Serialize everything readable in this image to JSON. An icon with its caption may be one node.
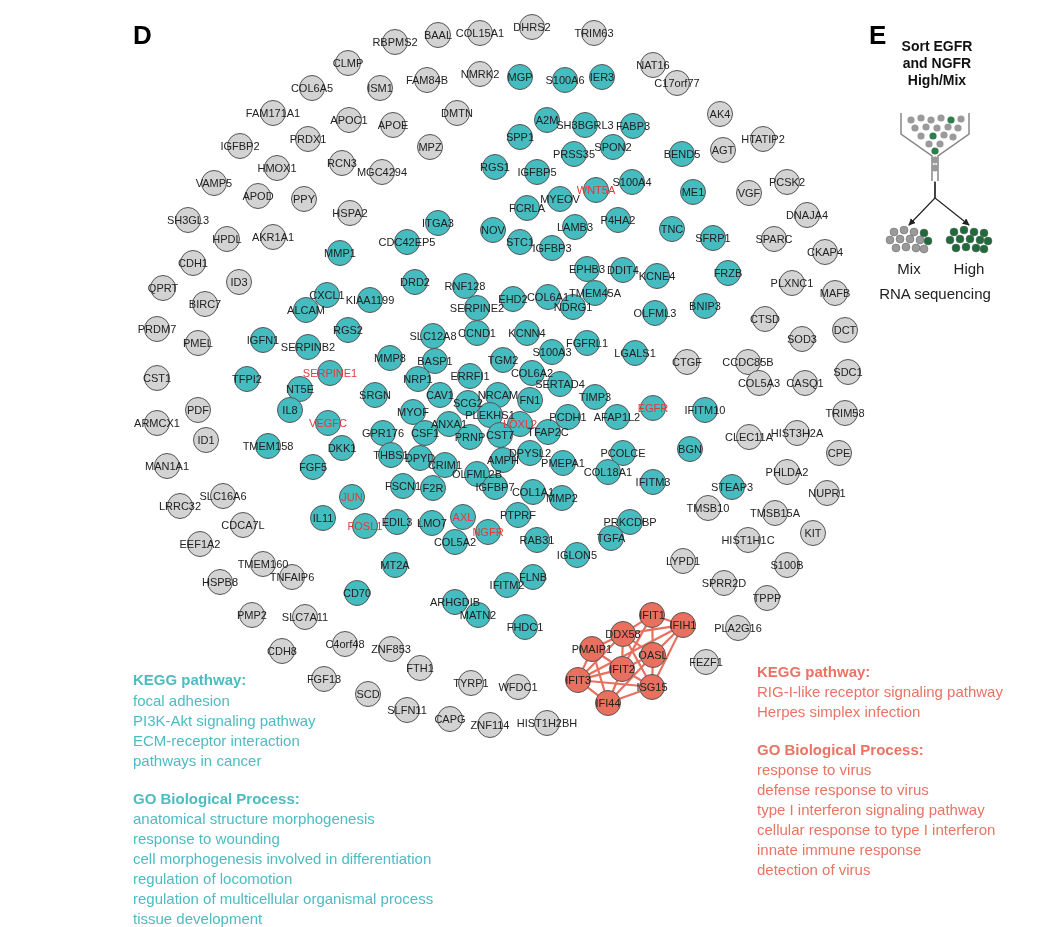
{
  "diagram": {
    "nodes": [
      {
        "text": [
          "RBPMS2"
        ]
      },
      {
        "text": [
          "BAAL"
        ]
      },
      {
        "text": [
          "COL15A1"
        ]
      },
      {
        "text": [
          "DHRS2"
        ]
      },
      {
        "text": [
          "TRIM63"
        ]
      },
      {
        "text": [
          "CLMP"
        ]
      },
      {
        "text": [
          "NAT16"
        ]
      },
      {
        "text": [
          "FAM84B"
        ]
      },
      {
        "text": [
          "NMRK2"
        ]
      },
      {
        "text": [
          "MGP"
        ]
      },
      {
        "text": [
          "S100A6"
        ]
      },
      {
        "text": [
          "IER3"
        ]
      },
      {
        "text": [
          "C17orf77"
        ]
      },
      {
        "text": [
          "COL6A5"
        ]
      },
      {
        "text": [
          "ISM1"
        ]
      },
      {
        "text": [
          "FAM171A1"
        ]
      },
      {
        "text": [
          "DMTN"
        ]
      },
      {
        "text": [
          "AK4"
        ]
      },
      {
        "text": [
          "APOC1"
        ]
      },
      {
        "text": [
          "A2M"
        ]
      },
      {
        "text": [
          "APOE"
        ]
      },
      {
        "text": [
          "SH3BGRL3"
        ]
      },
      {
        "text": [
          "FABP3"
        ]
      },
      {
        "text": [
          "SPP1"
        ]
      },
      {
        "text": [
          "PRDX1"
        ]
      },
      {
        "text": [
          "HTATIP2"
        ]
      },
      {
        "text": [
          "IGFBP2"
        ]
      },
      {
        "text": [
          "MPZ"
        ]
      },
      {
        "text": [
          "SPON2"
        ]
      },
      {
        "text": [
          "AGT"
        ]
      },
      {
        "text": [
          "PRSS35"
        ]
      },
      {
        "text": [
          "BEND5"
        ]
      },
      {
        "text": [
          "RCN3"
        ]
      },
      {
        "text": [
          "RGS1"
        ]
      },
      {
        "text": [
          "HMOX1"
        ]
      },
      {
        "text": [
          "MGC4294"
        ]
      },
      {
        "text": [
          "IGFBP5"
        ]
      },
      {
        "text": [
          "S100A4"
        ]
      },
      {
        "text": [
          "PCSK2"
        ]
      },
      {
        "text": [
          "VAMP5"
        ]
      },
      {
        "text": [
          "WNT5A"
        ]
      },
      {
        "text": [
          "ME1"
        ]
      },
      {
        "text": [
          "VGF"
        ]
      },
      {
        "text": [
          "APOD"
        ]
      },
      {
        "text": [
          "PPY"
        ]
      },
      {
        "text": [
          "MYEOV"
        ]
      },
      {
        "text": [
          "FCRLA"
        ]
      },
      {
        "text": [
          "HSPA2"
        ]
      },
      {
        "text": [
          "DNAJA4"
        ]
      },
      {
        "text": [
          "SH3GL3"
        ]
      },
      {
        "text": [
          "P4HA2"
        ]
      },
      {
        "text": [
          "ITGA3"
        ]
      },
      {
        "text": [
          "LAMB3"
        ]
      },
      {
        "text": [
          "TNC"
        ]
      },
      {
        "text": [
          "NOV"
        ]
      },
      {
        "text": [
          "AKR1A1"
        ]
      },
      {
        "text": [
          "SFRP1"
        ]
      },
      {
        "text": [
          "HPDL"
        ]
      },
      {
        "text": [
          "SPARC"
        ]
      },
      {
        "text": [
          "STC1"
        ]
      },
      {
        "text": [
          "CDC42EP5"
        ]
      },
      {
        "text": [
          "IGFBP3"
        ]
      },
      {
        "text": [
          "CKAP4"
        ]
      },
      {
        "text": [
          "MMP1"
        ]
      },
      {
        "text": [
          "CDH1"
        ]
      },
      {
        "text": [
          "EPHB3"
        ]
      },
      {
        "text": [
          "DDIT4"
        ]
      },
      {
        "text": [
          "FRZB"
        ]
      },
      {
        "text": [
          "KCNE4"
        ]
      },
      {
        "text": [
          "ID3"
        ]
      },
      {
        "text": [
          "DRD2"
        ]
      },
      {
        "text": [
          "PLXNC1"
        ]
      },
      {
        "text": [
          "RNF128"
        ]
      },
      {
        "text": [
          "QPRT"
        ]
      },
      {
        "text": [
          "MAFB"
        ]
      },
      {
        "text": [
          "TMEM45A"
        ]
      },
      {
        "text": [
          "CXCL1"
        ]
      },
      {
        "text": [
          "COL6A1"
        ]
      },
      {
        "text": [
          "EHD2"
        ]
      },
      {
        "text": [
          "KIAA1199"
        ]
      },
      {
        "text": [
          "BIRC7"
        ]
      },
      {
        "text": [
          "BNIP3"
        ]
      },
      {
        "text": [
          "NDRG1"
        ]
      },
      {
        "text": [
          "SERPINE2"
        ]
      },
      {
        "text": [
          "ALCAM"
        ]
      },
      {
        "text": [
          "OLFML3"
        ]
      },
      {
        "text": [
          "CTSD"
        ]
      },
      {
        "text": [
          "PRDM7"
        ]
      },
      {
        "text": [
          "RGS2"
        ]
      },
      {
        "text": [
          "DCT"
        ]
      },
      {
        "text": [
          "CCND1"
        ]
      },
      {
        "text": [
          "KCNN4"
        ]
      },
      {
        "text": [
          "SLC12A8"
        ]
      },
      {
        "text": [
          "SOD3"
        ]
      },
      {
        "text": [
          "IGFN1"
        ]
      },
      {
        "text": [
          "PMEL"
        ]
      },
      {
        "text": [
          "FGFRL1"
        ]
      },
      {
        "text": [
          "SERPINB2"
        ]
      },
      {
        "text": [
          "S100A3"
        ]
      },
      {
        "text": [
          "LGALS1"
        ]
      },
      {
        "text": [
          "MMP8"
        ]
      },
      {
        "text": [
          "TGM2"
        ]
      },
      {
        "text": [
          "BASP1"
        ]
      },
      {
        "text": [
          "CTGF"
        ]
      },
      {
        "text": [
          "CCDC85B"
        ]
      },
      {
        "text": [
          "SDC1"
        ]
      },
      {
        "text": [
          "COL6A2"
        ]
      },
      {
        "text": [
          "SERPINE1"
        ]
      },
      {
        "text": [
          "ERRFI1"
        ]
      },
      {
        "text": [
          "CST1"
        ]
      },
      {
        "text": [
          "TFPI2"
        ]
      },
      {
        "text": [
          "NRP1"
        ]
      },
      {
        "text": [
          "COL5A3"
        ]
      },
      {
        "text": [
          "CASQ1"
        ]
      },
      {
        "text": [
          "SERTAD4"
        ]
      },
      {
        "text": [
          "NT5E"
        ]
      },
      {
        "text": [
          "SRGN"
        ]
      },
      {
        "text": [
          "CAV1"
        ]
      },
      {
        "text": [
          "NRCAM"
        ]
      },
      {
        "text": [
          "TIMP3"
        ]
      },
      {
        "text": [
          "FN1"
        ]
      },
      {
        "text": [
          "SCG2"
        ]
      },
      {
        "text": [
          "EGFR"
        ]
      },
      {
        "text": [
          "PDF"
        ]
      },
      {
        "text": [
          "IL8"
        ]
      },
      {
        "text": [
          "IFITM10"
        ]
      },
      {
        "text": [
          "MYOF"
        ]
      },
      {
        "text": [
          "TRIM58"
        ]
      },
      {
        "text": [
          "PLEKHS1"
        ]
      },
      {
        "text": [
          "PCDH1"
        ]
      },
      {
        "text": [
          "AFAP1L2"
        ]
      },
      {
        "text": [
          "ARMCX1"
        ]
      },
      {
        "text": [
          "VEGFC"
        ]
      },
      {
        "text": [
          "ANXA1"
        ]
      },
      {
        "text": [
          "LOXL2"
        ]
      },
      {
        "text": [
          "TFAP2C"
        ]
      },
      {
        "text": [
          "GPR176"
        ]
      },
      {
        "text": [
          "CSF1"
        ]
      },
      {
        "text": [
          "HIST3H2A"
        ]
      },
      {
        "text": [
          "CST7"
        ]
      },
      {
        "text": [
          "CLEC11A"
        ]
      },
      {
        "text": [
          "PRNP"
        ]
      },
      {
        "text": [
          "ID1"
        ]
      },
      {
        "text": [
          "TMEM158"
        ]
      },
      {
        "text": [
          "DKK1"
        ]
      },
      {
        "text": [
          "BGN"
        ]
      },
      {
        "text": [
          "DPYSL2"
        ]
      },
      {
        "text": [
          "PCOLCE"
        ]
      },
      {
        "text": [
          "CPE"
        ]
      },
      {
        "text": [
          "THBS1"
        ]
      },
      {
        "text": [
          "DPYD"
        ]
      },
      {
        "text": [
          "AMPH"
        ]
      },
      {
        "text": [
          "PMEPA1"
        ]
      },
      {
        "text": [
          "CRIM1"
        ]
      },
      {
        "text": [
          "MAN1A1"
        ]
      },
      {
        "text": [
          "FGF5"
        ]
      },
      {
        "text": [
          "COL18A1"
        ]
      },
      {
        "text": [
          "PHLDA2"
        ]
      },
      {
        "text": [
          "OLFML2B"
        ]
      },
      {
        "text": [
          "IFITM3"
        ]
      },
      {
        "text": [
          "FSCN1"
        ]
      },
      {
        "text": [
          "IGFBP7"
        ]
      },
      {
        "text": [
          "STEAP3"
        ]
      },
      {
        "text": [
          "F2R"
        ]
      },
      {
        "text": [
          "COL1A1"
        ]
      },
      {
        "text": [
          "NUPR1"
        ]
      },
      {
        "text": [
          "SLC16A6"
        ]
      },
      {
        "text": [
          "JUN"
        ]
      },
      {
        "text": [
          "MMP2"
        ]
      },
      {
        "text": [
          "LRRC32"
        ]
      },
      {
        "text": [
          "TMSB10"
        ]
      },
      {
        "text": [
          "TMSB15A"
        ]
      },
      {
        "text": [
          "PTPRF"
        ]
      },
      {
        "text": [
          "AXL"
        ]
      },
      {
        "text": [
          "IL11"
        ]
      },
      {
        "text": [
          "EDIL3"
        ]
      },
      {
        "text": [
          "PRKCDBP"
        ]
      },
      {
        "text": [
          "LMO7"
        ]
      },
      {
        "text": [
          "CDCA7L"
        ]
      },
      {
        "text": [
          "FOSL1"
        ]
      },
      {
        "text": [
          "NGFR"
        ]
      },
      {
        "text": [
          "KIT"
        ]
      },
      {
        "text": [
          "TGFA"
        ]
      },
      {
        "text": [
          "RAB31"
        ]
      },
      {
        "text": [
          "HIST1H1C"
        ]
      },
      {
        "text": [
          "COL5A2"
        ]
      },
      {
        "text": [
          "EEF1A2"
        ]
      },
      {
        "text": [
          "IGLON5"
        ]
      },
      {
        "text": [
          "LYPD1"
        ]
      },
      {
        "text": [
          "TMEM160"
        ]
      },
      {
        "text": [
          "MT2A"
        ]
      },
      {
        "text": [
          "S100B"
        ]
      },
      {
        "text": [
          "TNFAIP6"
        ]
      },
      {
        "text": [
          "FLNB"
        ]
      },
      {
        "text": [
          "HSPB8"
        ]
      },
      {
        "text": [
          "SPRR2D"
        ]
      },
      {
        "text": [
          "IFITM2"
        ]
      },
      {
        "text": [
          "CD70"
        ]
      },
      {
        "text": [
          "TPPP"
        ]
      },
      {
        "text": [
          "ARHGDIB"
        ]
      },
      {
        "text": [
          "PMP2"
        ]
      },
      {
        "text": [
          "MATN2"
        ]
      },
      {
        "text": [
          "SLC7A11"
        ]
      },
      {
        "text": [
          "FHDC1"
        ]
      },
      {
        "text": [
          "PLA2G16"
        ]
      },
      {
        "text": [
          "C4orf48"
        ]
      },
      {
        "text": [
          "CDH8"
        ]
      },
      {
        "text": [
          "ZNF853"
        ]
      },
      {
        "text": [
          "FEZF1"
        ]
      },
      {
        "text": [
          "FTH1"
        ]
      },
      {
        "text": [
          "FGF13"
        ]
      },
      {
        "text": [
          "TYRP1"
        ]
      },
      {
        "text": [
          "WFDC1"
        ]
      },
      {
        "text": [
          "SCD"
        ]
      },
      {
        "text": [
          "SLFN11"
        ]
      },
      {
        "text": [
          "CAPG"
        ]
      },
      {
        "text": [
          "HIST1H2BH"
        ]
      },
      {
        "text": [
          "ZNF114"
        ]
      },
      {
        "text": [
          "IFIT1"
        ]
      },
      {
        "text": [
          "IFIH1"
        ]
      },
      {
        "text": [
          "DDX58"
        ]
      },
      {
        "text": [
          "PMAIP1"
        ]
      },
      {
        "text": [
          "OASL"
        ]
      },
      {
        "text": [
          "IFIT2"
        ]
      },
      {
        "text": [
          "IFIT3"
        ]
      },
      {
        "text": [
          "ISG15"
        ]
      },
      {
        "text": [
          "IFI44"
        ]
      },
      {
        "text": [],
        "shape": "funnel"
      },
      {
        "text": [
          "Mix"
        ]
      },
      {
        "text": [
          "High"
        ]
      }
    ],
    "edges": [
      {
        "from": 218,
        "to": 219,
        "arrow": "none"
      },
      {
        "from": 218,
        "to": 220,
        "arrow": "none"
      },
      {
        "from": 218,
        "to": 222,
        "arrow": "none"
      },
      {
        "from": 218,
        "to": 223,
        "arrow": "none"
      },
      {
        "from": 219,
        "to": 220,
        "arrow": "none"
      },
      {
        "from": 219,
        "to": 222,
        "arrow": "none"
      },
      {
        "from": 219,
        "to": 225,
        "arrow": "none"
      },
      {
        "from": 219,
        "to": 224,
        "arrow": "none"
      },
      {
        "from": 220,
        "to": 222,
        "arrow": "none"
      },
      {
        "from": 220,
        "to": 223,
        "arrow": "none"
      },
      {
        "from": 220,
        "to": 224,
        "arrow": "none"
      },
      {
        "from": 220,
        "to": 225,
        "arrow": "none"
      },
      {
        "from": 220,
        "to": 221,
        "arrow": "none"
      },
      {
        "from": 221,
        "to": 223,
        "arrow": "none"
      },
      {
        "from": 221,
        "to": 224,
        "arrow": "none"
      },
      {
        "from": 221,
        "to": 226,
        "arrow": "none"
      },
      {
        "from": 222,
        "to": 223,
        "arrow": "none"
      },
      {
        "from": 222,
        "to": 225,
        "arrow": "none"
      },
      {
        "from": 222,
        "to": 226,
        "arrow": "none"
      },
      {
        "from": 223,
        "to": 224,
        "arrow": "none"
      },
      {
        "from": 223,
        "to": 225,
        "arrow": "none"
      },
      {
        "from": 223,
        "to": 226,
        "arrow": "none"
      },
      {
        "from": 224,
        "to": 226,
        "arrow": "none"
      },
      {
        "from": 225,
        "to": 226,
        "arrow": "none"
      },
      {
        "from": 224,
        "to": 225,
        "arrow": "none"
      },
      {
        "from": 227,
        "to": 228,
        "arrow": "to",
        "color": "#222222"
      },
      {
        "from": 227,
        "to": 229,
        "arrow": "to",
        "color": "#222222"
      }
    ],
    "labels": [
      "D",
      "E",
      "Sort EGFR and NGFR High/Mix",
      "RNA sequencing",
      "KEGG pathway:",
      "focal adhesion",
      "PI3K-Akt signaling pathway",
      "ECM-receptor interaction",
      "pathways in cancer",
      "GO Biological Process:",
      "anatomical structure morphogenesis",
      "response to wounding",
      "cell morphogenesis involved in differentiation",
      "regulation of locomotion",
      "regulation of multicellular organismal process",
      "tissue development",
      "KEGG pathway:",
      "RIG-I-like receptor signaling pathway",
      "Herpes simplex infection",
      "GO Biological Process:",
      "response to virus",
      "defense response to virus",
      "type I interferon signaling pathway",
      "cellular response to type I interferon",
      "innate immune response",
      "detection of virus"
    ]
  }
}
